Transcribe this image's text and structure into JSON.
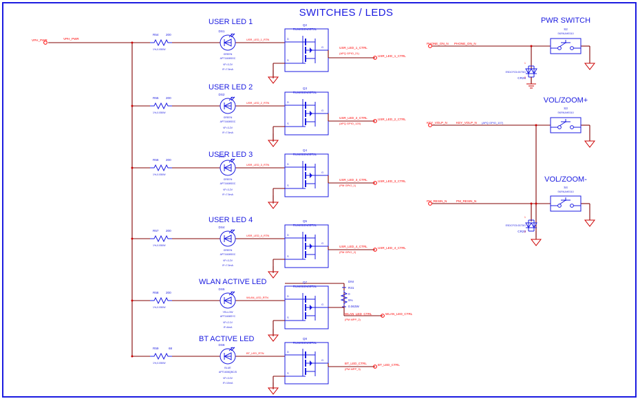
{
  "sheet": {
    "title": "SWITCHES / LEDS",
    "border_color": "#1a1ae0",
    "wire_color": "#800000",
    "net_color": "#ff0000",
    "symbol_color": "#1a1ae0"
  },
  "power_net": {
    "label": "VPH_PWR",
    "port_label": "VPH_PWR"
  },
  "led_sections": [
    {
      "heading": "USER LED 1",
      "resistor": {
        "ref": "R54",
        "value": "200",
        "rating": "1%,0.050W"
      },
      "led": {
        "ref": "DS1",
        "color": "GREEN",
        "part": "APT1608SGC",
        "vf": "VF=3.2V",
        "if": "IF=7.5mA"
      },
      "anode_net": "USR_LED_1_RTN",
      "mosfet": {
        "ref": "Q2",
        "part": "RUM002N05T2L",
        "pin_d": "D",
        "pin_g": "G",
        "pin_s": "S"
      },
      "ctrl_net": "USR_LED_1_CTRL",
      "ctrl_gpio": "(APQ GPIO_21)",
      "ctrl_net_right": "USR_LED_1_CTRL"
    },
    {
      "heading": "USER LED 2",
      "resistor": {
        "ref": "R55",
        "value": "200",
        "rating": "1%,0.050W"
      },
      "led": {
        "ref": "DS2",
        "color": "GREEN",
        "part": "APT1608SGC",
        "vf": "VF=3.2V",
        "if": "IF=7.5mA"
      },
      "anode_net": "USR_LED_2_RTN",
      "mosfet": {
        "ref": "Q3",
        "part": "RUM002N05T2L",
        "pin_d": "D",
        "pin_g": "G",
        "pin_s": "S"
      },
      "ctrl_net": "USR_LED_2_CTRL",
      "ctrl_gpio": "(APQ GPIO_120)",
      "ctrl_net_right": "USR_LED_2_CTRL"
    },
    {
      "heading": "USER LED 3",
      "resistor": {
        "ref": "R56",
        "value": "200",
        "rating": "1%,0.050W"
      },
      "led": {
        "ref": "DS3",
        "color": "GREEN",
        "part": "APT1608SGC",
        "vf": "VF=3.2V",
        "if": "IF=7.5mA"
      },
      "anode_net": "USR_LED_3_RTN",
      "mosfet": {
        "ref": "Q4",
        "part": "RUM002N05T2L",
        "pin_d": "D",
        "pin_g": "G",
        "pin_s": "S"
      },
      "ctrl_net": "USR_LED_3_CTRL",
      "ctrl_gpio": "(PM GPIO_1)",
      "ctrl_net_right": "USR_LED_3_CTRL"
    },
    {
      "heading": "USER LED 4",
      "resistor": {
        "ref": "R57",
        "value": "200",
        "rating": "1%,0.050W"
      },
      "led": {
        "ref": "DS4",
        "color": "GREEN",
        "part": "APT1608SGC",
        "vf": "VF=3.2V",
        "if": "IF=7.5mA"
      },
      "anode_net": "USR_LED_4_RTN",
      "mosfet": {
        "ref": "Q5",
        "part": "RUM002N05T2L",
        "pin_d": "D",
        "pin_g": "G",
        "pin_s": "S"
      },
      "ctrl_net": "USR_LED_4_CTRL",
      "ctrl_gpio": "(PM GPIO_2)",
      "ctrl_net_right": "USR_LED_4_CTRL"
    },
    {
      "heading": "WLAN ACTIVE LED",
      "resistor": {
        "ref": "R58",
        "value": "200",
        "rating": "1%,0.050W"
      },
      "led": {
        "ref": "DS5",
        "color": "YELLOW",
        "part": "APT1608SYC",
        "vf": "VF=2.1V",
        "if": "IF=6mA"
      },
      "anode_net": "WLAN_LED_RTN",
      "mosfet": {
        "ref": "Q7",
        "part": "RUM002N05T2L",
        "pin_d": "D",
        "pin_g": "G",
        "pin_s": "S"
      },
      "ctrl_net": "WLAN_LED_CTRL",
      "ctrl_gpio": "(PM MPP_2)",
      "ctrl_net_right": "WLAN_LED_CTRL",
      "series_resistor": {
        "dni": "DNI",
        "ref": "R31",
        "value": "0",
        "tol": "5%",
        "rating": "0.063W"
      }
    },
    {
      "heading": "BT ACTIVE LED",
      "resistor": {
        "ref": "R59",
        "value": "68",
        "rating": "1%,0.050W"
      },
      "led": {
        "ref": "DS6",
        "color": "BLUE",
        "part": "APT1608QBC/D",
        "vf": "VF=3.0V",
        "if": "IF=10mA"
      },
      "anode_net": "BT_LED_RTN",
      "mosfet": {
        "ref": "Q8",
        "part": "RUM002N05T2L",
        "pin_d": "D",
        "pin_g": "G",
        "pin_s": "S"
      },
      "ctrl_net": "BT_LED_CTRL",
      "ctrl_gpio": "(PM MPP_3)",
      "ctrl_net_right": "BT_LED_CTRL"
    }
  ],
  "switch_sections": [
    {
      "heading": "PWR SWITCH",
      "ref": "S2",
      "part": "SKRKAHE010",
      "net_port": "PHONE_ON_N",
      "net_label": "PHONE_ON_N",
      "gpio": "",
      "tvs": {
        "part": "ESDCFC5.0DT5G",
        "ref": "CR26",
        "pin1": "1",
        "pin2": "2"
      }
    },
    {
      "heading": "VOL/ZOOM+",
      "ref": "S3",
      "part": "SKRKAHE010",
      "net_port": "KEY_VOLP_N",
      "net_label": "KEY_VOLP_N",
      "gpio": "(APQ GPIO_107)",
      "tvs": null
    },
    {
      "heading": "VOL/ZOOM-",
      "ref": "S4",
      "part": "SKRKAHE010",
      "net_port": "PM_RESIN_N",
      "net_label": "PM_RESIN_N",
      "gpio": "",
      "tvs": {
        "part": "ESDCFC5.0DT5G",
        "ref": "CR28",
        "pin1": "1",
        "pin2": "2"
      }
    }
  ]
}
